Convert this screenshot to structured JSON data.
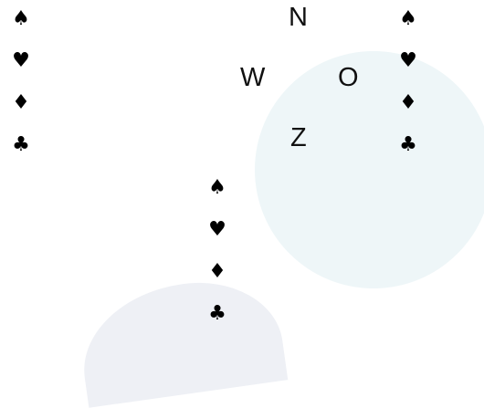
{
  "compass": {
    "north": "N",
    "west": "W",
    "east": "O",
    "south": "Z"
  },
  "hands": {
    "west": {
      "spades": "♠",
      "hearts": "♥",
      "diamonds": "♦",
      "clubs": "♣"
    },
    "east": {
      "spades": "♠",
      "hearts": "♥",
      "diamonds": "♦",
      "clubs": "♣"
    },
    "south": {
      "spades": "♠",
      "hearts": "♥",
      "diamonds": "♦",
      "clubs": "♣"
    }
  },
  "colors": {
    "circle": "#eef6f8",
    "blob": "#eef0f5",
    "text": "#000000"
  }
}
